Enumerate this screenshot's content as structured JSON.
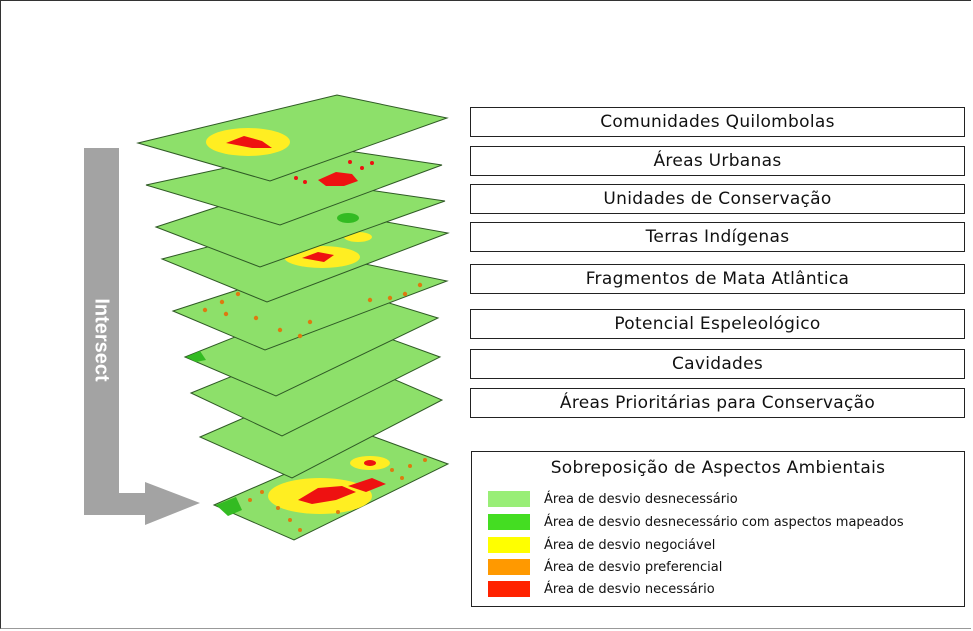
{
  "layers": [
    "Comunidades Quilombolas",
    "Áreas Urbanas",
    "Unidades de Conservação",
    "Terras Indígenas",
    "Fragmentos de Mata Atlântica",
    "Potencial Espeleológico",
    "Cavidades",
    "Áreas  Prioritárias para Conservação"
  ],
  "arrow_label": "Intersect",
  "legend": {
    "title": "Sobreposição de Aspectos Ambientais",
    "items": [
      {
        "label": "Área de desvio desnecessário",
        "color": "#99ee77"
      },
      {
        "label": "Área de desvio desnecessário com aspectos mapeados",
        "color": "#44dd22"
      },
      {
        "label": "Área de desvio negociável",
        "color": "#ffff00"
      },
      {
        "label": "Área de desvio preferencial",
        "color": "#ff9900"
      },
      {
        "label": "Área de desvio necessário",
        "color": "#ff2200"
      }
    ]
  },
  "colors": {
    "plane": "#8de06a",
    "plane_edge": "#2f5a25",
    "arrow": "#a3a3a3",
    "red": "#ee1111",
    "yellow": "#ffee22",
    "orange": "#dd7a10",
    "dark_green": "#33bb22"
  }
}
